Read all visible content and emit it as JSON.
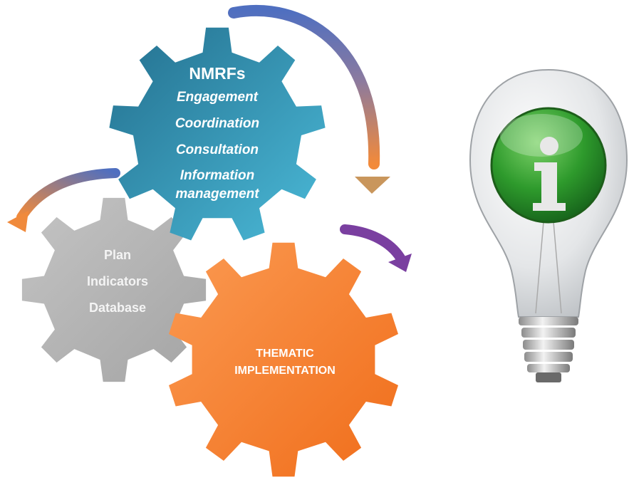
{
  "gears": {
    "nmrfs": {
      "title": "NMRFs",
      "items": [
        "Engagement",
        "Coordination",
        "Consultation",
        "Information",
        "management"
      ]
    },
    "plan": {
      "items": [
        "Plan",
        "Indicators",
        "Database"
      ]
    },
    "thematic": {
      "lines": [
        "THEMATIC",
        "IMPLEMENTATION"
      ]
    }
  },
  "colors": {
    "nmrfs_gear": "#2f8fb0",
    "plan_gear": "#b5b5b5",
    "thematic_gear": "#f57f2a",
    "arrow_blue": "#4e73b8",
    "arrow_orange": "#f08a3c",
    "arrow_purple": "#7a3fa0",
    "info_badge": "#2e9a2c"
  },
  "icons": {
    "lightbulb": "lightbulb-info-icon"
  }
}
